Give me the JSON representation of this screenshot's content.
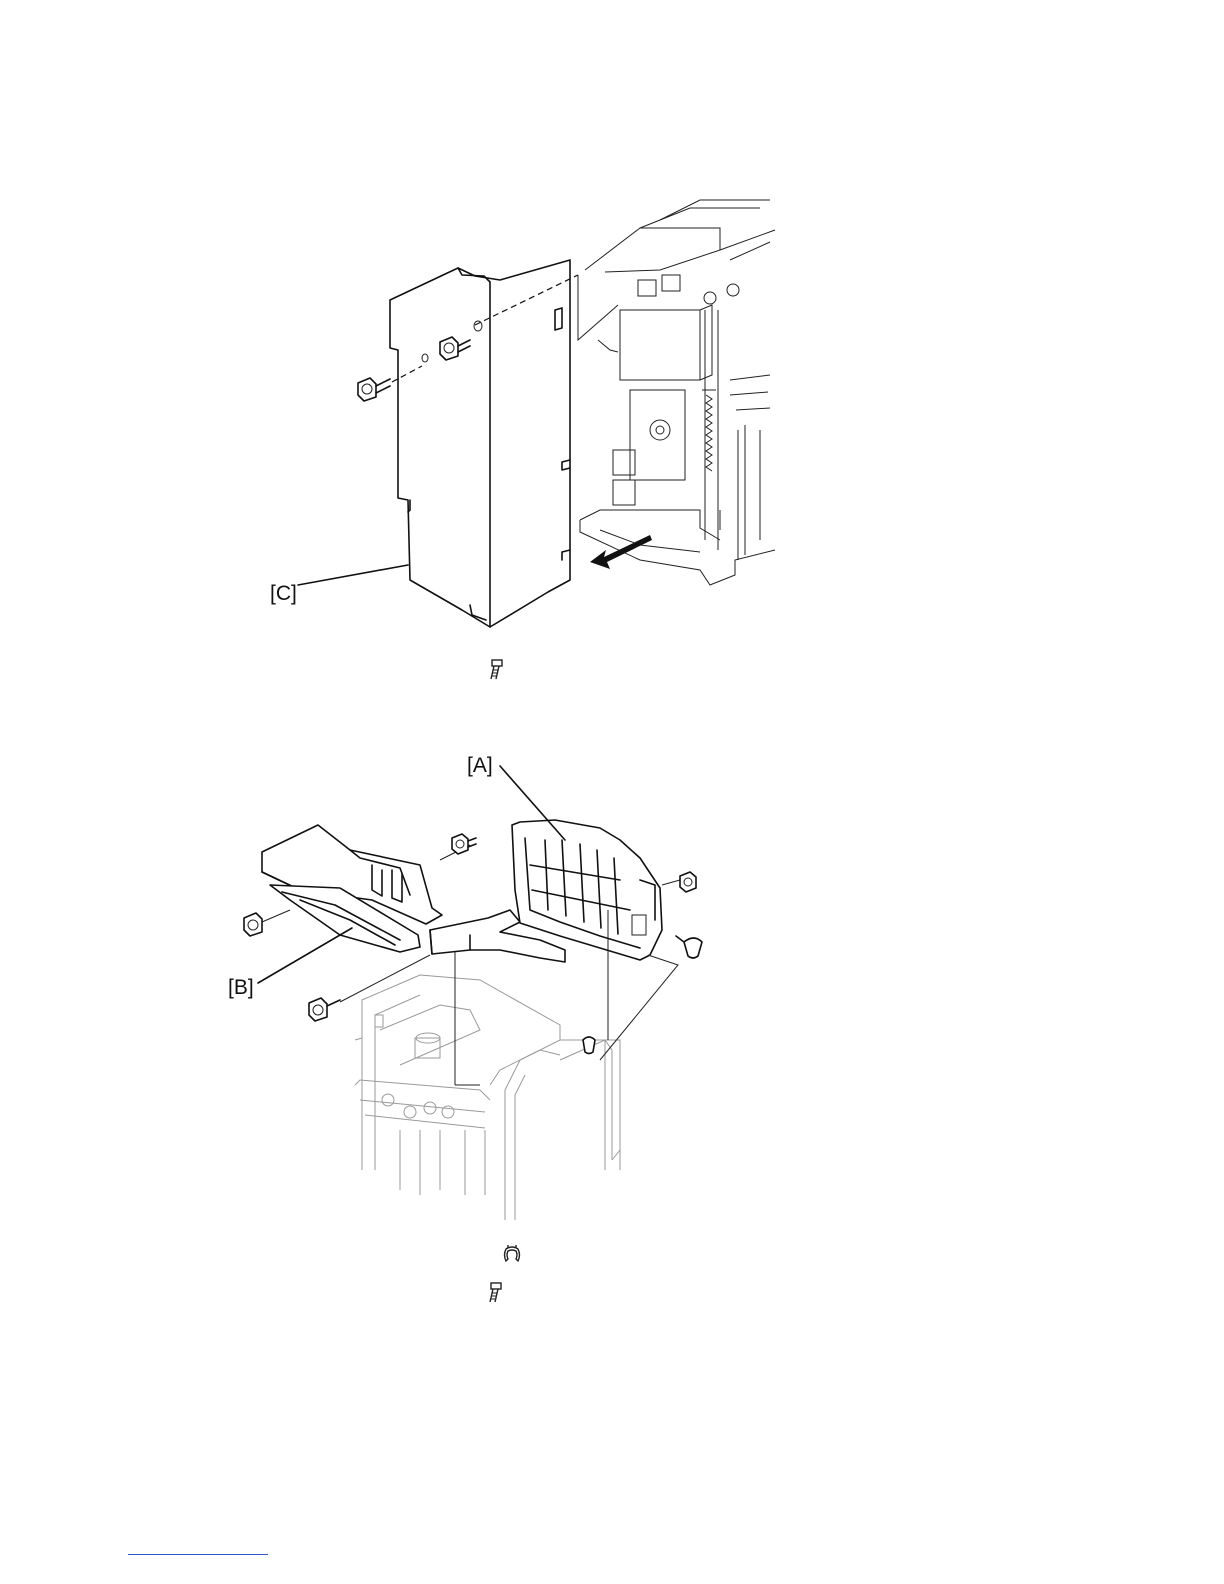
{
  "figures": {
    "top": {
      "callout_c": "[C]"
    },
    "bottom": {
      "callout_a": "[A]",
      "callout_b": "[B]"
    }
  },
  "icons": {
    "top_screw": "screw-icon",
    "bottom_clip": "snap-ring-icon",
    "bottom_screw": "screw-icon"
  },
  "colors": {
    "line": "#111111",
    "footer_link": "#3355cc"
  }
}
